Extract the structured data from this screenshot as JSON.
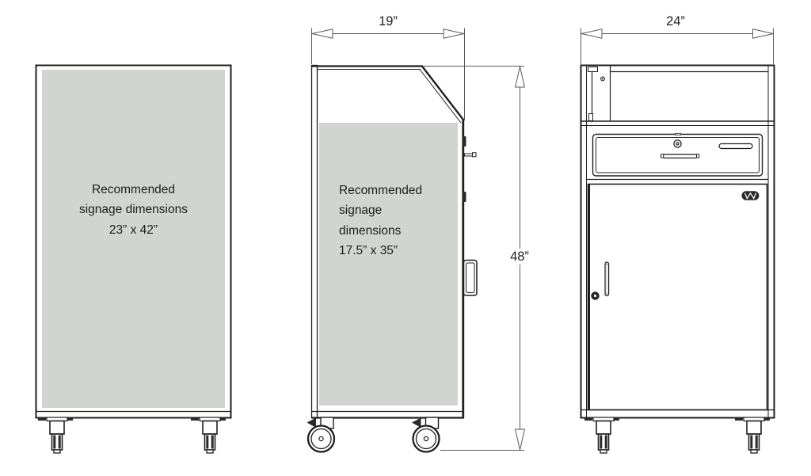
{
  "drawing": {
    "front_sign_view": {
      "signage_label": [
        "Recommended",
        "signage dimensions",
        "23” x 42”"
      ]
    },
    "side_view": {
      "width_dim": "19”",
      "height_dim": "48”",
      "signage_label": [
        "Recommended",
        "signage",
        "dimensions",
        "17.5” x 35”"
      ]
    },
    "front_cabinet_view": {
      "width_dim": "24”"
    }
  },
  "colors": {
    "line": "#1f1f1f",
    "dimension_line": "#5a5a5a",
    "signage_fill": "#d2d4d2",
    "background": "#ffffff"
  }
}
